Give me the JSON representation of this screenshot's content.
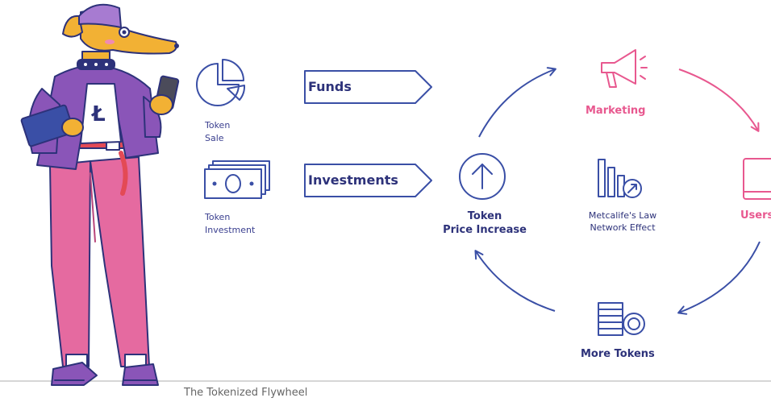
{
  "colors": {
    "blue": "#3a4fa6",
    "navy": "#2d327a",
    "pink": "#e8588f",
    "purple": "#8a55b8",
    "pants": "#e56aa0",
    "dog": "#f2b134",
    "baseline": "#c8c8c8"
  },
  "left": {
    "token_sale": [
      "Token",
      "Sale"
    ],
    "token_investment": [
      "Token",
      "Investment"
    ],
    "funds_label": "Funds",
    "investments_label": "Investments"
  },
  "cycle": {
    "marketing": "Marketing",
    "users": "Users",
    "more_tokens": "More Tokens",
    "price_increase": [
      "Token",
      "Price Increase"
    ],
    "network_effect": [
      "Metcalife's Law",
      "Network Effect"
    ]
  },
  "icons": {
    "pie_chart": "pie-chart-icon",
    "money": "money-stack-icon",
    "megaphone": "megaphone-icon",
    "tablet": "tablet-icon",
    "coins": "coin-stack-icon",
    "up_arrow": "up-arrow-circle-icon",
    "growth": "bar-growth-icon"
  },
  "caption": "The Tokenized Flywheel"
}
